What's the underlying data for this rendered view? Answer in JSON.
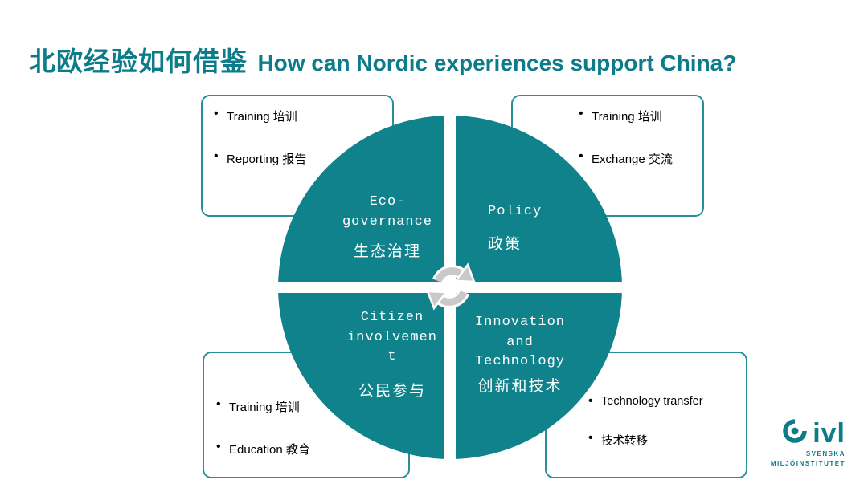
{
  "slide": {
    "title_zh": "北欧经验如何借鉴",
    "title_en": "How can Nordic experiences support China?"
  },
  "diagram": {
    "quadrants": [
      {
        "id": "eco-governance",
        "en": "Eco-\ngovernance",
        "zh": "生态治理"
      },
      {
        "id": "policy",
        "en": "Policy",
        "zh": "政策"
      },
      {
        "id": "citizen-involvement",
        "en": "Citizen\ninvolvemen\nt",
        "zh": "公民参与"
      },
      {
        "id": "innovation-and-technology",
        "en": "Innovation\nand\nTechnology",
        "zh": "创新和技术"
      }
    ],
    "center_icon": "cycle-arrows"
  },
  "callouts": [
    {
      "position": "top-left",
      "items": [
        "Training 培训",
        "Reporting 报告"
      ]
    },
    {
      "position": "top-right",
      "items": [
        "Training 培训",
        "Exchange 交流"
      ]
    },
    {
      "position": "bottom-left",
      "items": [
        "Training 培训",
        "Education 教育"
      ]
    },
    {
      "position": "bottom-right",
      "items": [
        "Technology transfer",
        "技术转移"
      ]
    }
  ],
  "logo": {
    "name": "ivl",
    "subtitle_line1": "SVENSKA",
    "subtitle_line2": "MILJÖINSTITUTET"
  },
  "colors": {
    "teal": "#0f828b",
    "title_teal": "#0d7c8a",
    "box_border": "#2a8e96",
    "arrow_gray": "#c9c9c9"
  }
}
